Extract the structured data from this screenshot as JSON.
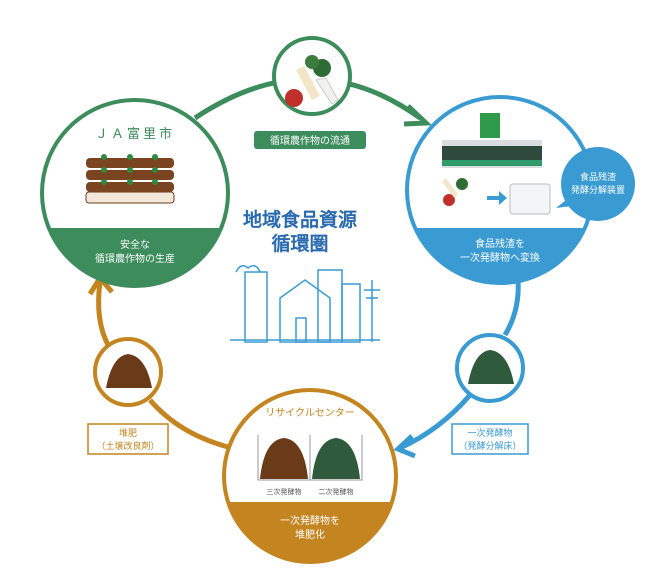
{
  "center": {
    "title_line1": "地域食品資源",
    "title_line2": "循環圏"
  },
  "farm": {
    "name": "ＪＡ富里市",
    "caption_line1": "安全な",
    "caption_line2": "循環農作物の生産"
  },
  "distribution_label": "循環農作物の流通",
  "store": {
    "caption_line1": "食品残渣を",
    "caption_line2": "一次発酵物へ変換"
  },
  "device_bubble": {
    "line1": "食品残渣",
    "line2": "発酵分解装置"
  },
  "primary_product": {
    "line1": "一次発酵物",
    "line2": "（発酵分解床）"
  },
  "recycle_center": {
    "name": "リサイクルセンター",
    "pile_left": "三次発酵物",
    "pile_right": "二次発酵物",
    "caption_line1": "一次発酵物を",
    "caption_line2": "堆肥化"
  },
  "compost": {
    "line1": "堆肥",
    "line2": "（土壌改良剤）"
  },
  "colors": {
    "green": "#3d8c5c",
    "blue": "#3a9bd3",
    "orange": "#c4841f",
    "title_blue": "#2a6aaf",
    "brown": "#6b3a18",
    "dark_green": "#2f5a3c"
  }
}
